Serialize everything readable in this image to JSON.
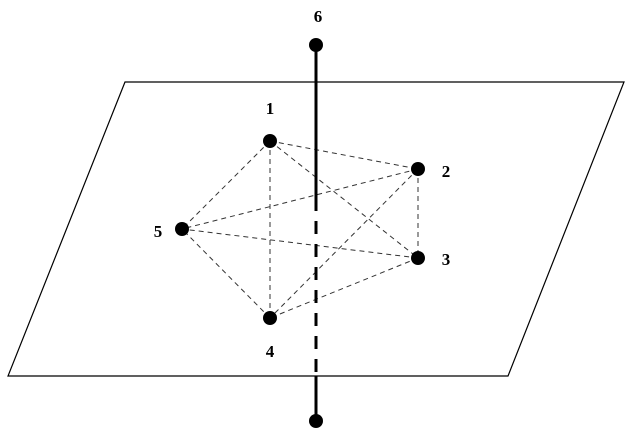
{
  "diagram": {
    "nodes": [
      {
        "id": "1",
        "label": "1"
      },
      {
        "id": "2",
        "label": "2"
      },
      {
        "id": "3",
        "label": "3"
      },
      {
        "id": "4",
        "label": "4"
      },
      {
        "id": "5",
        "label": "5"
      },
      {
        "id": "6",
        "label": "6"
      }
    ],
    "edges_dashed": [
      [
        "1",
        "2"
      ],
      [
        "1",
        "3"
      ],
      [
        "1",
        "4"
      ],
      [
        "1",
        "5"
      ],
      [
        "2",
        "3"
      ],
      [
        "2",
        "4"
      ],
      [
        "2",
        "5"
      ],
      [
        "3",
        "4"
      ],
      [
        "3",
        "5"
      ],
      [
        "4",
        "5"
      ]
    ],
    "axis": {
      "top_node": "6"
    },
    "colors": {
      "stroke": "#000000",
      "node_fill": "#000000",
      "background": "#ffffff"
    }
  }
}
